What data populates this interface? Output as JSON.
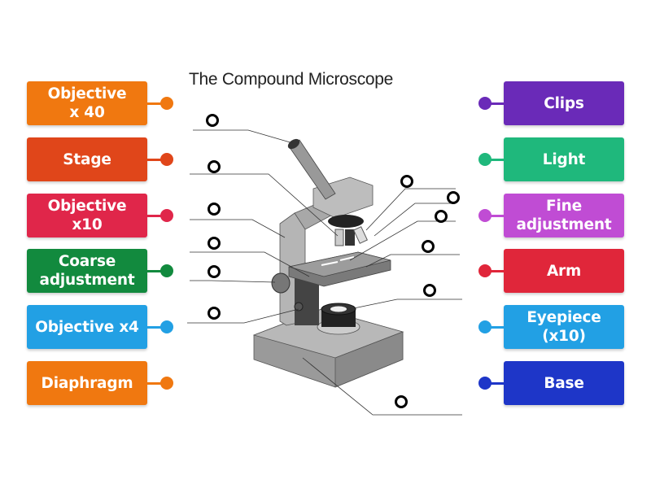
{
  "title": "The Compound Microscope",
  "left_labels": [
    {
      "text": "Objective\nx 40",
      "lines": [
        "Objective",
        "x 40"
      ],
      "color": "#f07810"
    },
    {
      "text": "Stage",
      "lines": [
        "Stage"
      ],
      "color": "#e0461a"
    },
    {
      "text": "Objective\nx10",
      "lines": [
        "Objective",
        "x10"
      ],
      "color": "#e0264a"
    },
    {
      "text": "Coarse\nadjustment",
      "lines": [
        "Coarse",
        "adjustment"
      ],
      "color": "#128a3e"
    },
    {
      "text": "Objective x4",
      "lines": [
        "Objective x4"
      ],
      "color": "#22a0e4"
    },
    {
      "text": "Diaphragm",
      "lines": [
        "Diaphragm"
      ],
      "color": "#f07810"
    }
  ],
  "right_labels": [
    {
      "text": "Clips",
      "lines": [
        "Clips"
      ],
      "color": "#6a2ab8"
    },
    {
      "text": "Light",
      "lines": [
        "Light"
      ],
      "color": "#1fb87c"
    },
    {
      "text": "Fine\nadjustment",
      "lines": [
        "Fine",
        "adjustment"
      ],
      "color": "#c04cd4"
    },
    {
      "text": "Arm",
      "lines": [
        "Arm"
      ],
      "color": "#e0263a"
    },
    {
      "text": "Eyepiece\n(x10)",
      "lines": [
        "Eyepiece",
        "(x10)"
      ],
      "color": "#22a0e4"
    },
    {
      "text": "Base",
      "lines": [
        "Base"
      ],
      "color": "#1e36c8"
    }
  ],
  "drop_targets": 12
}
